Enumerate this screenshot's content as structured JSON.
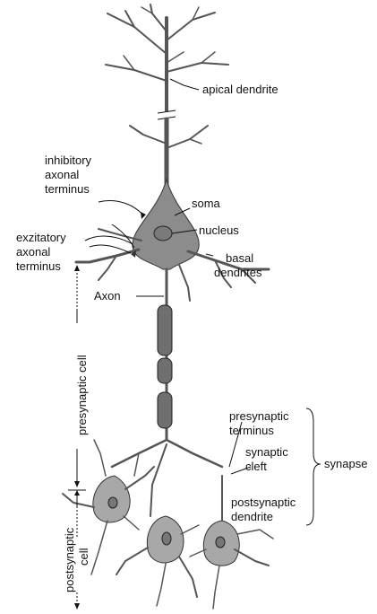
{
  "labels": {
    "apical_dendrite": "apical dendrite",
    "inhibitory_1": "inhibitory",
    "inhibitory_2": "axonal",
    "inhibitory_3": "terminus",
    "soma": "soma",
    "nucleus": "nucleus",
    "excitatory_1": "exzitatory",
    "excitatory_2": "axonal",
    "excitatory_3": "terminus",
    "basal_1": "basal",
    "basal_2": "dendrites",
    "axon": "Axon",
    "presynaptic_cell": "presynaptic cell",
    "postsynaptic_cell_1": "postsynaptic",
    "postsynaptic_cell_2": "cell",
    "pre_terminus_1": "presynaptic",
    "pre_terminus_2": "terminus",
    "cleft_1": "synaptic",
    "cleft_2": "cleft",
    "synapse": "synapse",
    "post_dendrite_1": "postsynaptic",
    "post_dendrite_2": "dendrite"
  },
  "colors": {
    "soma_fill": "#8c8c8c",
    "myelin_fill": "#6f6f6f",
    "line": "#111111"
  }
}
